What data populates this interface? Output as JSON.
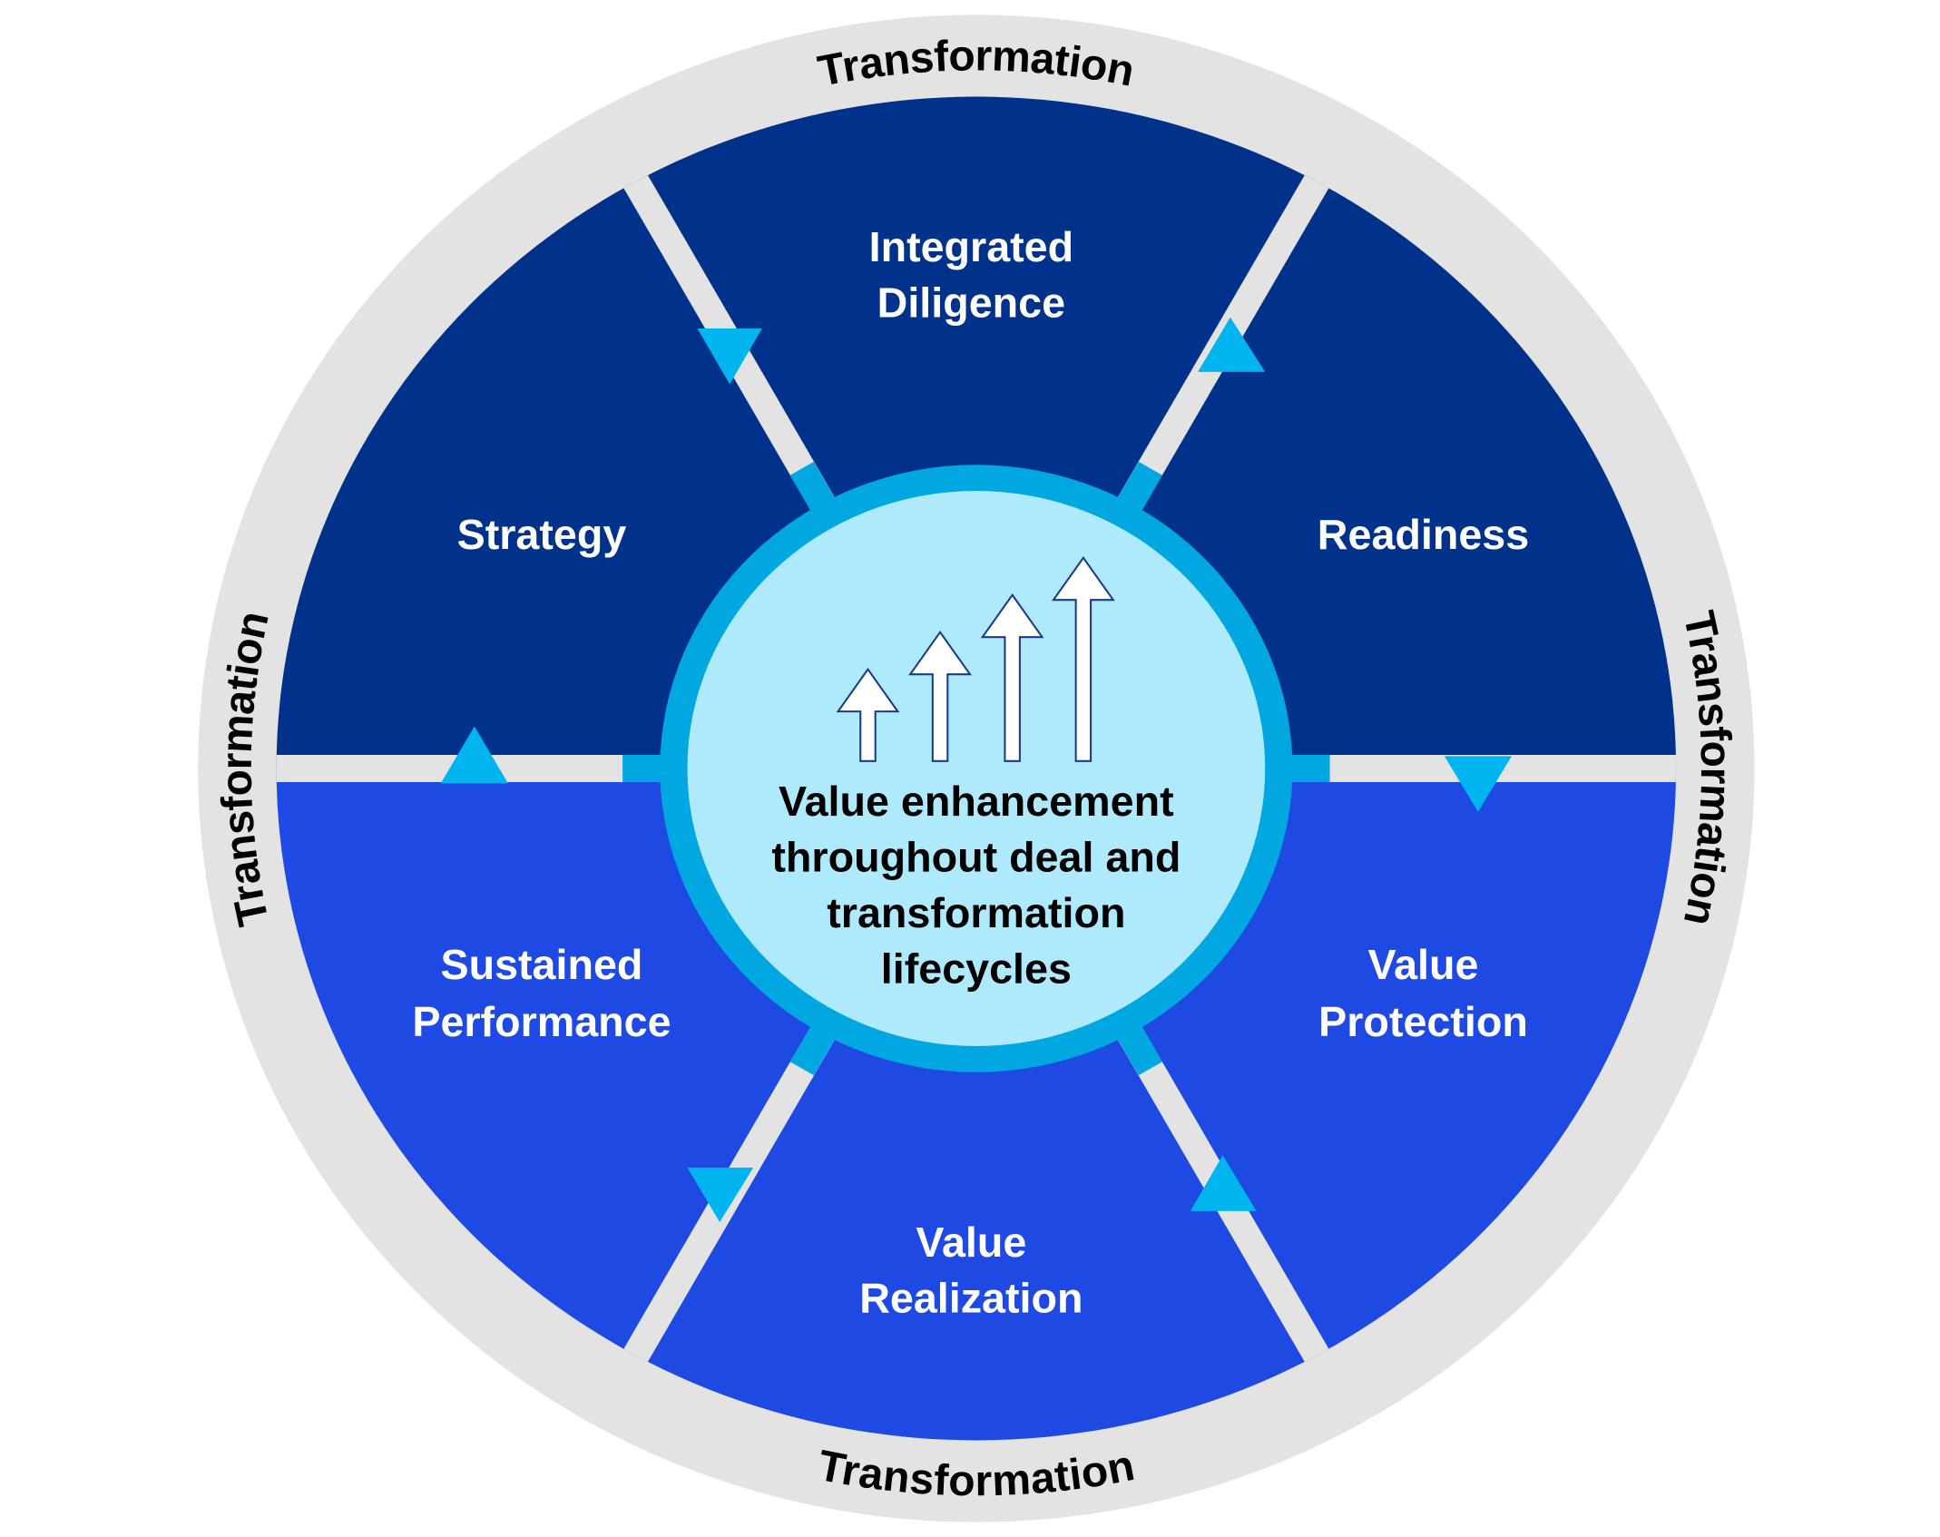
{
  "colors": {
    "outer_ring": "#e3e3e3",
    "upper_segments": "#00318b",
    "lower_segments": "#1e49e2",
    "center_ring": "#00a7e1",
    "center_fill": "#aeeafc",
    "arrow_markers": "#00b4f0",
    "segment_text": "#ffffff",
    "center_text": "#000000"
  },
  "ring_labels": {
    "top": "Transformation",
    "right": "Transformation",
    "bottom": "Transformation",
    "left": "Transformation"
  },
  "segments": {
    "integrated_diligence": [
      "Integrated",
      "Diligence"
    ],
    "readiness": [
      "Readiness"
    ],
    "value_protection": [
      "Value",
      "Protection"
    ],
    "value_realization": [
      "Value",
      "Realization"
    ],
    "sustained_performance": [
      "Sustained",
      "Performance"
    ],
    "strategy": [
      "Strategy"
    ]
  },
  "center": {
    "lines": [
      "Value enhancement",
      "throughout deal and",
      "transformation",
      "lifecycles"
    ],
    "icon": "rising-arrows-icon"
  }
}
